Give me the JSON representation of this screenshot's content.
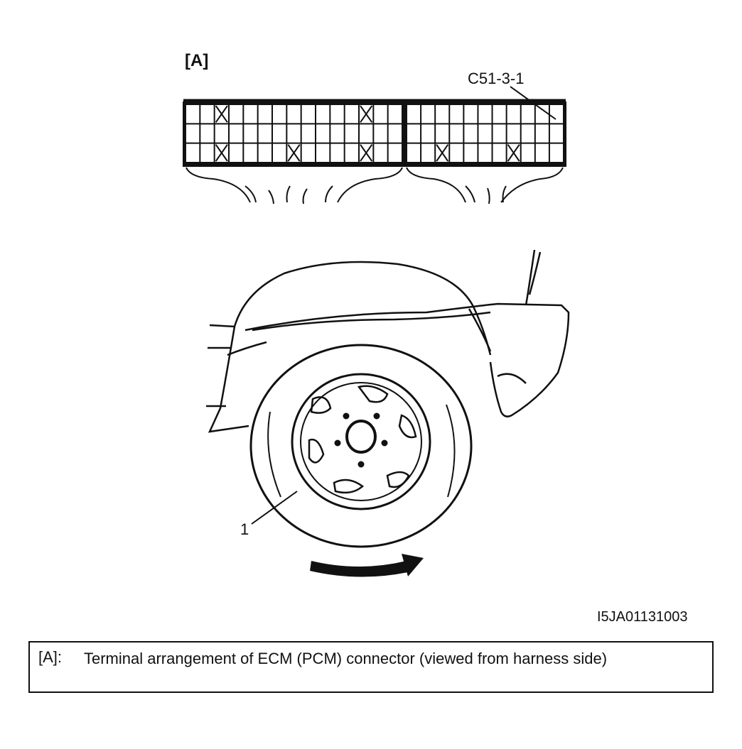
{
  "labels": {
    "view_marker": "[A]",
    "terminal_id": "C51-3-1",
    "callout_1": "1",
    "figure_id": "I5JA01131003"
  },
  "caption": {
    "key": "[A]:",
    "text": "Terminal arrangement of ECM (PCM) connector (viewed from harness side)"
  }
}
